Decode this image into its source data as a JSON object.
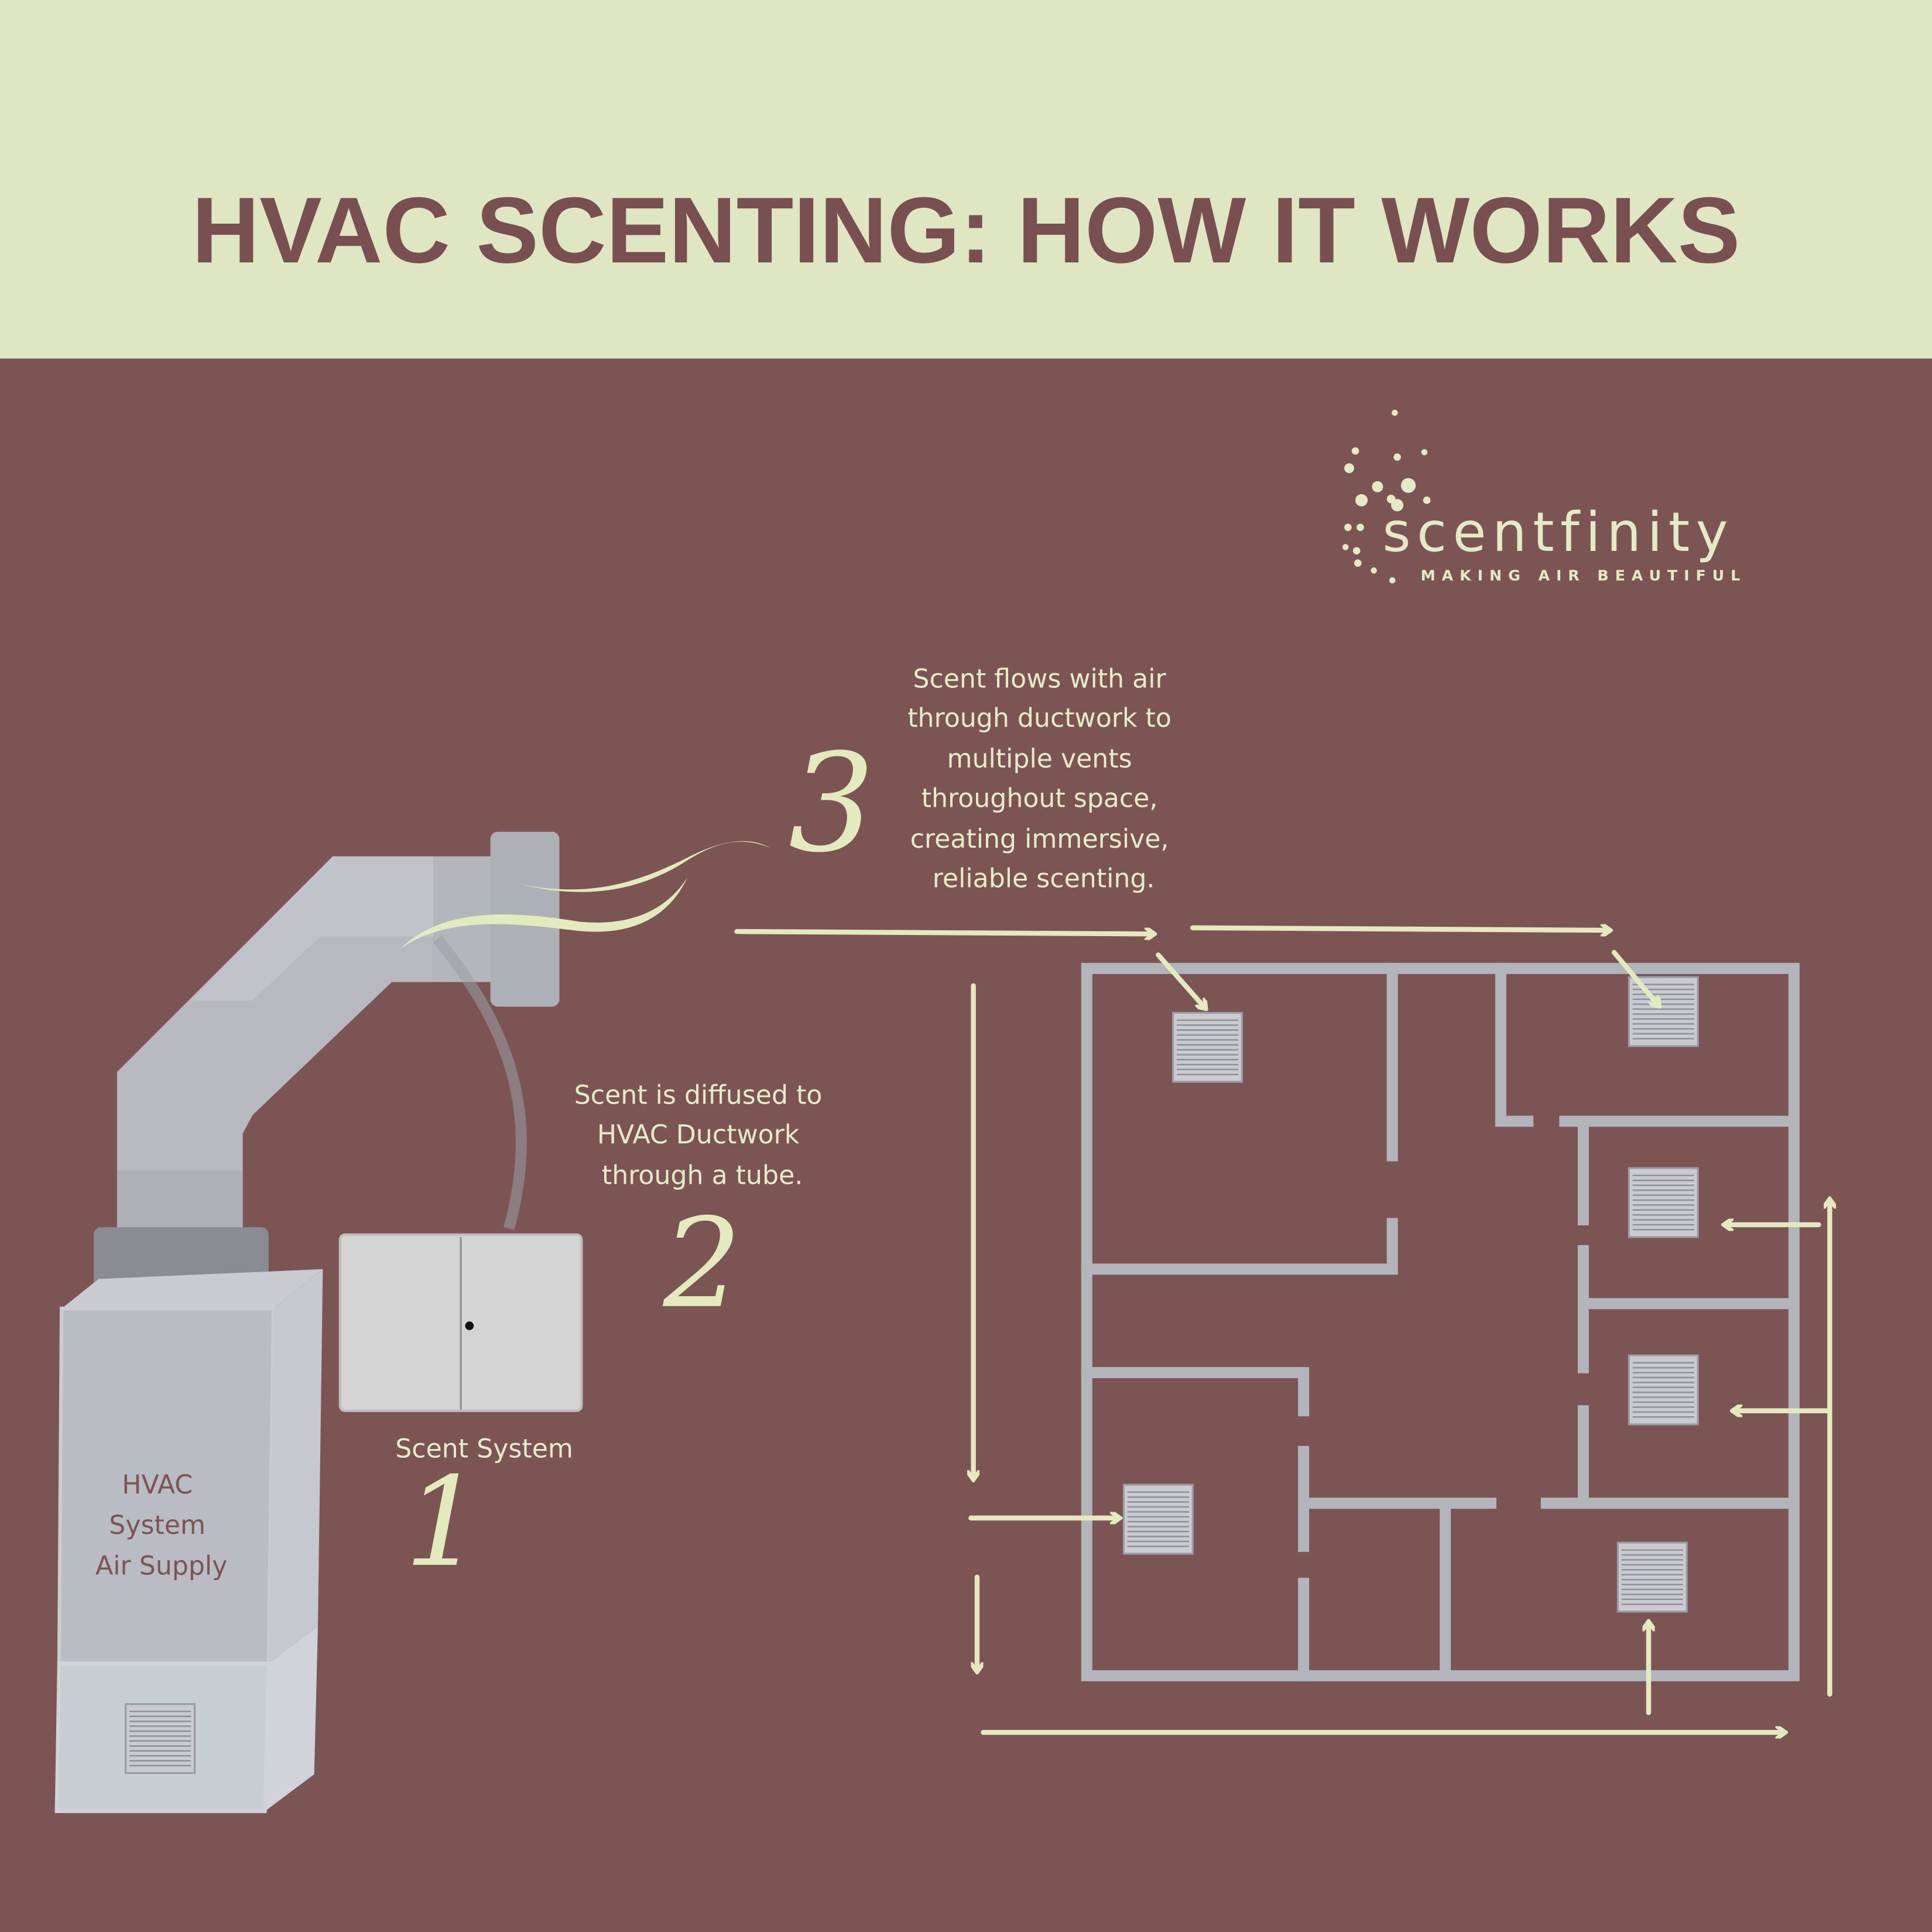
{
  "header": {
    "title": "HVAC SCENTING: HOW IT WORKS"
  },
  "logo": {
    "name": "scentfinity",
    "tagline": "MAKING AIR BEAUTIFUL"
  },
  "steps": [
    {
      "number": "1",
      "label": "Scent System"
    },
    {
      "number": "2",
      "lines": [
        "Scent  is diffused to",
        "HVAC Ductwork",
        "through a tube."
      ]
    },
    {
      "number": "3",
      "lines": [
        "Scent flows with air",
        "through ductwork to",
        "multiple vents",
        "throughout space,",
        "creating immersive,",
        "reliable scenting."
      ]
    }
  ],
  "hvac_unit": {
    "lines": [
      "HVAC",
      "System",
      "Air Supply"
    ]
  },
  "colors": {
    "header_bg": "#dfe7c2",
    "body_bg": "#7b5453",
    "accent": "#e3ebbe",
    "title": "#7a4f52"
  }
}
